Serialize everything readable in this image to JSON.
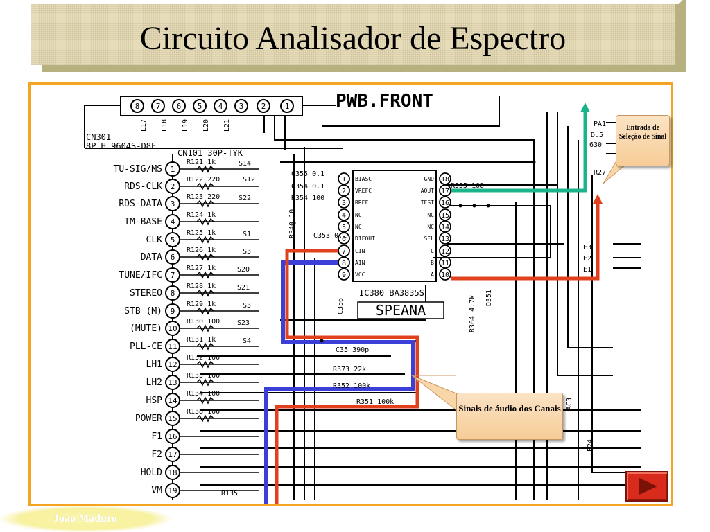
{
  "slide": {
    "title": "Circuito Analisador de Espectro",
    "author": "João Maduro"
  },
  "schematic": {
    "board_label": "PWB.FRONT",
    "connector_pins_top": [
      "8",
      "7",
      "6",
      "5",
      "4",
      "3",
      "2",
      "1"
    ],
    "connector_net_top": [
      "L17",
      "L18",
      "L19",
      "L20",
      "L21"
    ],
    "connector_name": "CN301",
    "connector_part": "8P H 9604S-D8F",
    "cable_name": "CN101 30P-TYK",
    "left_signals": [
      "TU-SIG/MS",
      "RDS-CLK",
      "RDS-DATA",
      "TM-BASE",
      "CLK",
      "DATA",
      "TUNE/IFC",
      "STEREO",
      "STB (M)",
      "(MUTE)",
      "PLL-CE",
      "LH1",
      "LH2",
      "HSP",
      "POWER",
      "F1",
      "F2",
      "HOLD",
      "VM"
    ],
    "left_pins": [
      "1",
      "2",
      "3",
      "4",
      "5",
      "6",
      "7",
      "8",
      "9",
      "10",
      "11",
      "12",
      "13",
      "14",
      "15",
      "16",
      "17",
      "18",
      "19"
    ],
    "resistors_left": [
      "R121 1k",
      "R122 220",
      "R123 220",
      "R124 1k",
      "R125 1k",
      "R126 1k",
      "R127 1k",
      "R128 1k",
      "R129 1k",
      "R130 100",
      "R131 1k",
      "R132 100",
      "R133 100",
      "R134 100",
      "R138 100",
      "R135"
    ],
    "net_labels": [
      "S14",
      "S12",
      "S22",
      "S1",
      "S3",
      "S20",
      "S21",
      "S3",
      "S23",
      "S4"
    ],
    "ic": {
      "name": "IC380 BA3835S",
      "label": "SPEANA",
      "pins_left": [
        {
          "num": "1",
          "name": "BIASC"
        },
        {
          "num": "2",
          "name": "VREFC"
        },
        {
          "num": "3",
          "name": "RREF"
        },
        {
          "num": "4",
          "name": "NC"
        },
        {
          "num": "5",
          "name": "NC"
        },
        {
          "num": "6",
          "name": "DIFOUT"
        },
        {
          "num": "7",
          "name": "CIN"
        },
        {
          "num": "8",
          "name": "AIN"
        },
        {
          "num": "9",
          "name": "VCC"
        }
      ],
      "pins_right": [
        {
          "num": "18",
          "name": "GND"
        },
        {
          "num": "17",
          "name": "AOUT"
        },
        {
          "num": "16",
          "name": "TEST"
        },
        {
          "num": "15",
          "name": "NC"
        },
        {
          "num": "14",
          "name": "NC"
        },
        {
          "num": "13",
          "name": "SEL"
        },
        {
          "num": "12",
          "name": "C"
        },
        {
          "num": "11",
          "name": "B"
        },
        {
          "num": "10",
          "name": "A"
        }
      ]
    },
    "components": [
      "C355 0.1",
      "C354 0.1",
      "R354 100",
      "R340 10",
      "C353 0.1",
      "C35 390p",
      "R373 22k",
      "R352 100k",
      "R351 100k",
      "R355 100",
      "C356",
      "R364 4.7k",
      "D351",
      "AC3",
      "P24",
      "E3",
      "E2",
      "E1",
      "PA1",
      "D.5",
      "630",
      "R27"
    ]
  },
  "callouts": {
    "selection": "Entrada de Seleção de Sinal",
    "audio": "Sinais de áudio dos Canais"
  },
  "colors": {
    "frame": "#f2a422",
    "blue_trace": "#3b3fd8",
    "red_trace": "#e0401c",
    "green_trace": "#1db38a",
    "callout_fill": "#f7cd98",
    "next_button": "#d92b1b"
  },
  "navigation": {
    "next_icon": "play-triangle-icon"
  }
}
